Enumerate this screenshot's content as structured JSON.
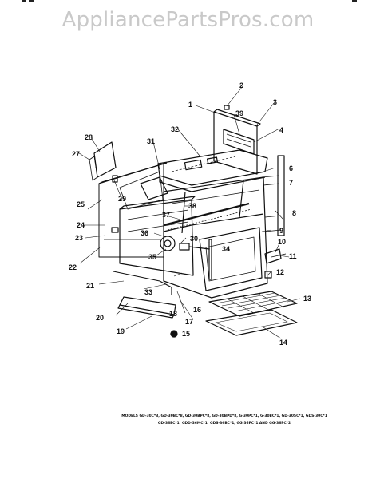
{
  "watermark": "AppliancePartsPros.com",
  "callouts": [
    "1",
    "2",
    "3",
    "4",
    "6",
    "7",
    "8",
    "9",
    "10",
    "11",
    "12",
    "13",
    "14",
    "15",
    "16",
    "17",
    "18",
    "19",
    "20",
    "21",
    "22",
    "23",
    "24",
    "25",
    "27",
    "28",
    "29",
    "30",
    "31",
    "32",
    "33",
    "34",
    "35",
    "36",
    "37",
    "38",
    "39"
  ],
  "models": {
    "line1": "MODELS GD-30C*3, GD-30BC*8, GD-30BPC*8, GD-30BPD*8, G-30PC*1, G-30BC*1, GD-30SC*1, GDS-30C*1",
    "line2": "GD-36EC*1, GDD-36MC*1, GDS-36BC*1, GG-36PC*1 AND GG-36PC*2"
  }
}
